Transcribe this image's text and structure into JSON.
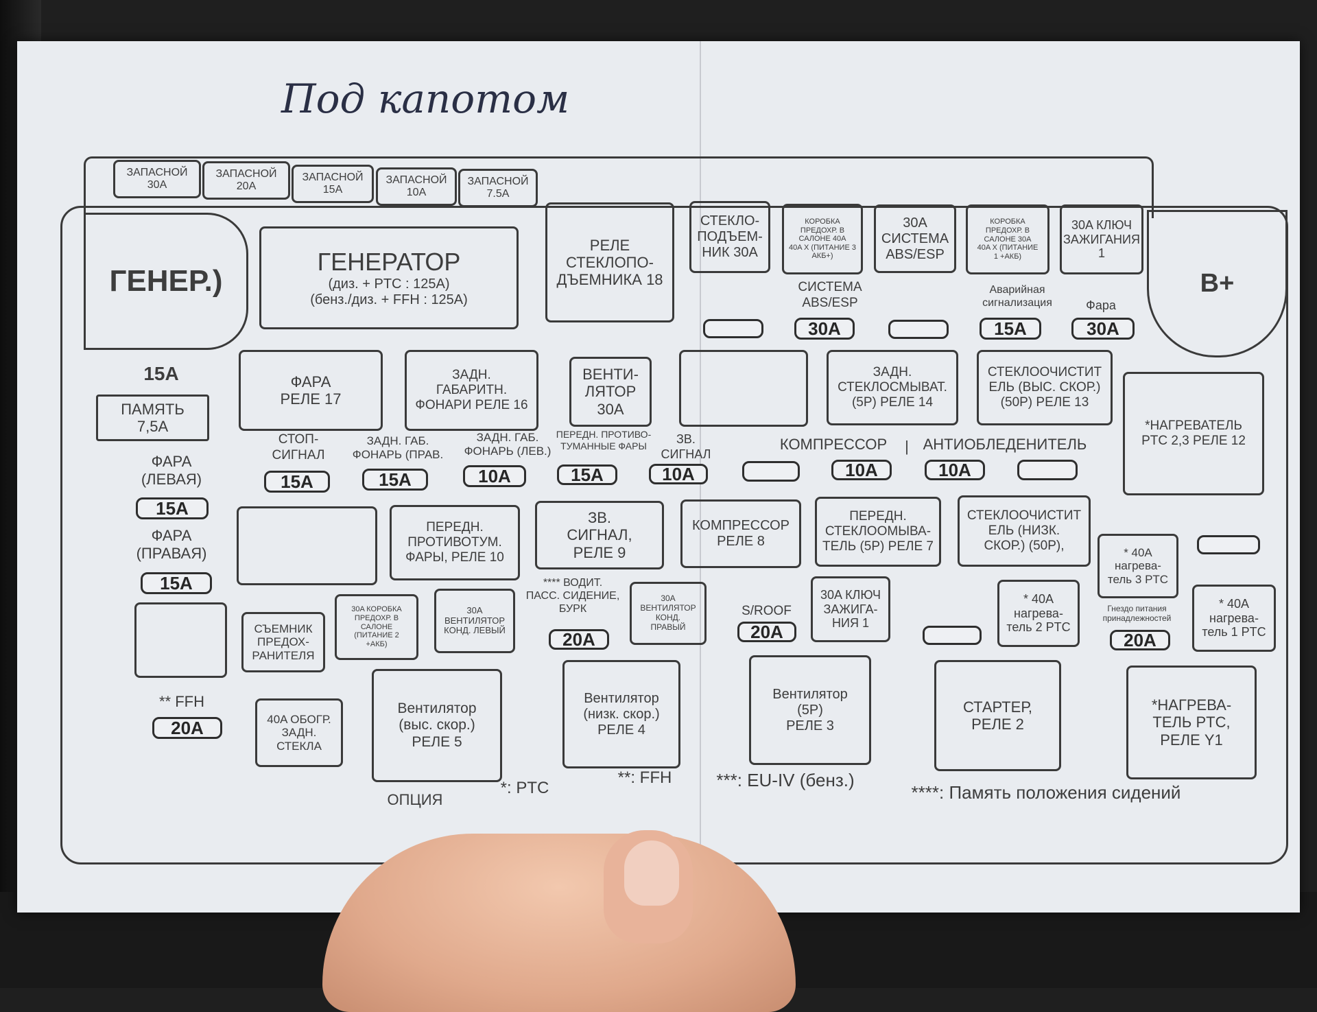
{
  "handwritten_title": "Под капотом",
  "spares": [
    "ЗАПАСНОЙ\n30A",
    "ЗАПАСНОЙ\n20A",
    "ЗАПАСНОЙ\n15A",
    "ЗАПАСНОЙ\n10A",
    "ЗАПАСНОЙ\n7.5A"
  ],
  "gen_left": "ГЕНЕР.)",
  "generator": {
    "title": "ГЕНЕРАТОР",
    "line1": "(диз. + PTC : 125A)",
    "line2": "(бенз./диз. + FFH : 125A)"
  },
  "top_boxes": {
    "window_relay": "РЕЛЕ\nСТЕКЛОПО-\nДЪЕМНИКА 18",
    "window_lifter": "СТЕКЛО-\nПОДЪЕМ-\nНИК 30A",
    "box40": "КОРОБКА\nПРЕДОХР. В\nСАЛОНЕ 40A\n40A X (ПИТАНИЕ 3\nАКБ+)",
    "abs30": "30A\nСИСТЕМА\nABS/ESP",
    "box30": "КОРОБКА\nПРЕДОХР. В\nСАЛОНЕ 30A\n40A X (ПИТАНИЕ\n1 +АКБ)",
    "ign30": "30A КЛЮЧ\nЗАЖИГАНИЯ\n1"
  },
  "b_plus": "B+",
  "labels": {
    "abs_system": "СИСТЕМА\nABS/ESP",
    "hazard": "Аварийная\nсигнализация",
    "headlight": "Фара",
    "mem_amp": "15A",
    "memory": "ПАМЯТЬ\n7,5A",
    "head_left": "ФАРА\n(ЛЕВАЯ)",
    "head_right": "ФАРА\n(ПРАВАЯ)",
    "stop": "СТОП-\nСИГНАЛ",
    "rear_r": "ЗАДН. ГАБ.\nФОНАРЬ (ПРАВ.",
    "rear_l": "ЗАДН. ГАБ.\nФОНАРЬ (ЛЕВ.)",
    "fog": "ПЕРЕДН. ПРОТИВО-\nТУМАННЫЕ ФАРЫ",
    "horn": "ЗВ.\nСИГНАЛ",
    "compressor": "КОМПРЕССОР",
    "anti_ice": "АНТИОБЛЕДЕНИТЕЛЬ",
    "sep": "|",
    "seat": "**** ВОДИТ.\nПАСС. СИДЕНИЕ,\nБУРК",
    "sroof": "S/ROOF",
    "socket": "Гнездо питания\nпринадлежностей",
    "ffh": "** FFH"
  },
  "fuses": {
    "abs": "30A",
    "hazard": "15A",
    "head": "30A",
    "head_left": "15A",
    "head_right": "15A",
    "stop": "15A",
    "rear_r": "15A",
    "rear_l": "10A",
    "fog": "15A",
    "horn": "10A",
    "comp": "10A",
    "anti": "10A",
    "seat": "20A",
    "sroof": "20A",
    "socket": "20A",
    "ffh": "20A"
  },
  "relays": {
    "fara17": "ФАРА\nРЕЛЕ 17",
    "tail16": "ЗАДН.\nГАБАРИТН.\nФОНАРИ РЕЛЕ 16",
    "fan30": "ВЕНТИ-\nЛЯТОР\n30A",
    "washer14": "ЗАДН.\nСТЕКЛОСМЫВАТ.\n(5P) РЕЛЕ 14",
    "wiper13": "СТЕКЛООЧИСТИТ\nЕЛЬ (ВЫС. СКОР.)\n(50P) РЕЛЕ 13",
    "heater12": "*НАГРЕВАТЕЛЬ\nPTC 2,3 РЕЛЕ 12",
    "fog10": "ПЕРЕДН.\nПРОТИВОТУМ.\nФАРЫ, РЕЛЕ 10",
    "horn9": "ЗВ.\nСИГНАЛ,\nРЕЛЕ 9",
    "comp8": "КОМПРЕССОР\nРЕЛЕ 8",
    "washer7": "ПЕРЕДН.\nСТЕКЛООМЫВА-\nТЕЛЬ (5P) РЕЛЕ 7",
    "wiper_low": "СТЕКЛООЧИСТИТ\nЕЛЬ (НИЗК.\nСКОР.) (50P),",
    "heat3": "* 40A\nнагрева-\nтель 3 PTC",
    "puller": "СЪЕМНИК\nПРЕДОХ-\nРАНИТЕЛЯ",
    "box30_2": "30A КОРОБКА\nПРЕДОХР. В\nСАЛОНЕ\n(ПИТАНИЕ 2\n+АКБ)",
    "fan_left": "30A\nВЕНТИЛЯТОР\nКОНД. ЛЕВЫЙ",
    "fan_right": "30A\nВЕНТИЛЯТОР\nКОНД.\nПРАВЫЙ",
    "ign1": "30A КЛЮЧ\nЗАЖИГА-\nНИЯ 1",
    "heat2": "* 40A\nнагрева-\nтель 2 PTC",
    "heat1": "* 40A\nнагрева-\nтель 1 PTC",
    "defrost": "40A ОБОГР.\nЗАДН.\nСТЕКЛА",
    "fan5": "Вентилятор\n(выс. скор.)\nРЕЛЕ 5",
    "fan4": "Вентилятор\n(низк. скор.)\nРЕЛЕ 4",
    "fan3": "Вентилятор\n(5P)\nРЕЛЕ 3",
    "starter2": "СТАРТЕР,\nРЕЛЕ 2",
    "heaterY1": "*НАГРЕВА-\nТЕЛЬ PTC,\nРЕЛЕ Y1"
  },
  "legend": {
    "option": "ОПЦИЯ",
    "ptc": "*: PTC",
    "ffh": "**: FFH",
    "eu4": "***: EU-IV (бенз.)",
    "seat_mem": "****: Память положения сидений"
  }
}
